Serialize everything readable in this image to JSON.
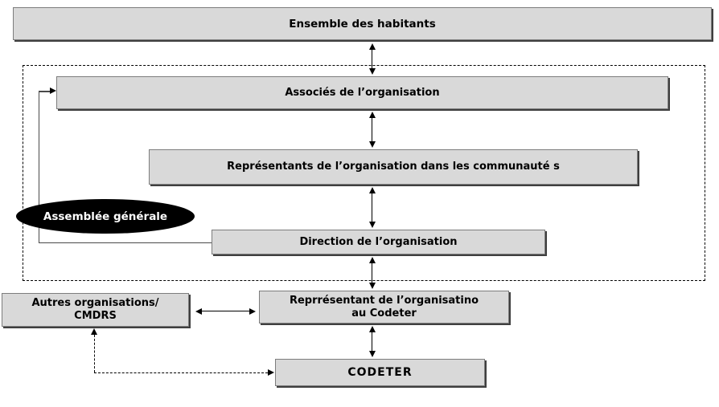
{
  "diagram": {
    "title": "Organisation / CODETER relationship diagram",
    "nodes": {
      "ensemble": {
        "label": "Ensemble des habitants"
      },
      "associes": {
        "label": "Associés de l’organisation"
      },
      "representants": {
        "label": "Représentants de l’organisation dans les communauté s"
      },
      "assemblee": {
        "label": "Assemblée générale"
      },
      "direction": {
        "label": "Direction de l’organisation"
      },
      "autres": {
        "line1": "Autres organisations/",
        "line2": "CMDRS"
      },
      "repr_codeter": {
        "line1": "Reprrésentant de l’organisatino",
        "line2": "au Codeter"
      },
      "codeter": {
        "label": "CODETER"
      }
    },
    "edges": [
      {
        "from": "ensemble",
        "to": "associes",
        "style": "double-arrow"
      },
      {
        "from": "associes",
        "to": "representants",
        "style": "double-arrow"
      },
      {
        "from": "representants",
        "to": "direction",
        "style": "double-arrow"
      },
      {
        "from": "direction",
        "to": "repr_codeter",
        "style": "double-arrow"
      },
      {
        "from": "repr_codeter",
        "to": "codeter",
        "style": "double-arrow"
      },
      {
        "from": "autres",
        "to": "repr_codeter",
        "style": "double-arrow"
      },
      {
        "from": "direction",
        "to": "associes",
        "style": "solid-feedback-arrow"
      },
      {
        "from": "autres",
        "to": "codeter",
        "style": "dashed-double-arrow"
      }
    ],
    "colors": {
      "box_fill": "#d9d9d9",
      "box_border": "#7d7d7d",
      "box_shadow": "#3f3f3f",
      "ellipse_fill": "#000000",
      "ellipse_text": "#ffffff",
      "line": "#000000",
      "background": "#ffffff"
    }
  }
}
